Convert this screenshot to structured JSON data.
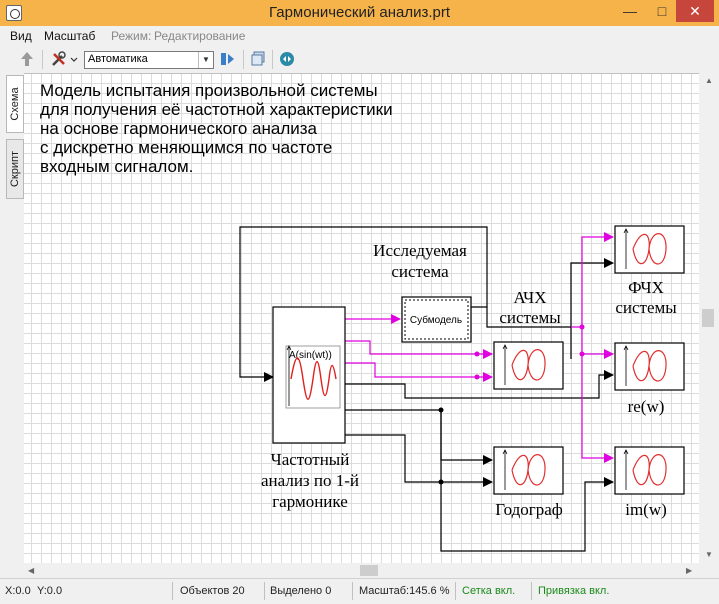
{
  "window": {
    "title": "Гармонический анализ.prt"
  },
  "menu": {
    "view": "Вид",
    "scale": "Масштаб",
    "mode_label": "Режим:",
    "mode_value": "Редактирование"
  },
  "toolbar": {
    "solver_select": "Автоматика"
  },
  "side_tabs": {
    "scheme": "Схема",
    "script": "Скрипт"
  },
  "diagram": {
    "description": [
      "Модель испытания произвольной системы",
      "для получения её частотной характеристики",
      "на основе гармонического анализа",
      "с дискретно меняющимся по частоте",
      "входным сигналом."
    ],
    "system_label": [
      "Исследуемая",
      "система"
    ],
    "submodel_label": "Субмодель",
    "analyzer_label": [
      "Частотный",
      "анализ по 1-й",
      "гармонике"
    ],
    "analyzer_formula": "A(sin(wt))",
    "freq_label": [
      "АЧХ",
      "системы"
    ],
    "phase_label": [
      "ФЧХ",
      "системы"
    ],
    "re_label": "re(w)",
    "im_label": "im(w)",
    "hodograph_label": "Годограф",
    "colors": {
      "signal": "#e000e0",
      "wire": "#000000",
      "plot_curve": "#e03030"
    }
  },
  "status": {
    "x": "X:0.0",
    "y": "Y:0.0",
    "objects": "Объектов 20",
    "selected": "Выделено 0",
    "scale": "Масштаб:145.6 %",
    "grid": "Сетка вкл.",
    "snap": "Привязка вкл.",
    "status_color": "#1a8a1a"
  }
}
